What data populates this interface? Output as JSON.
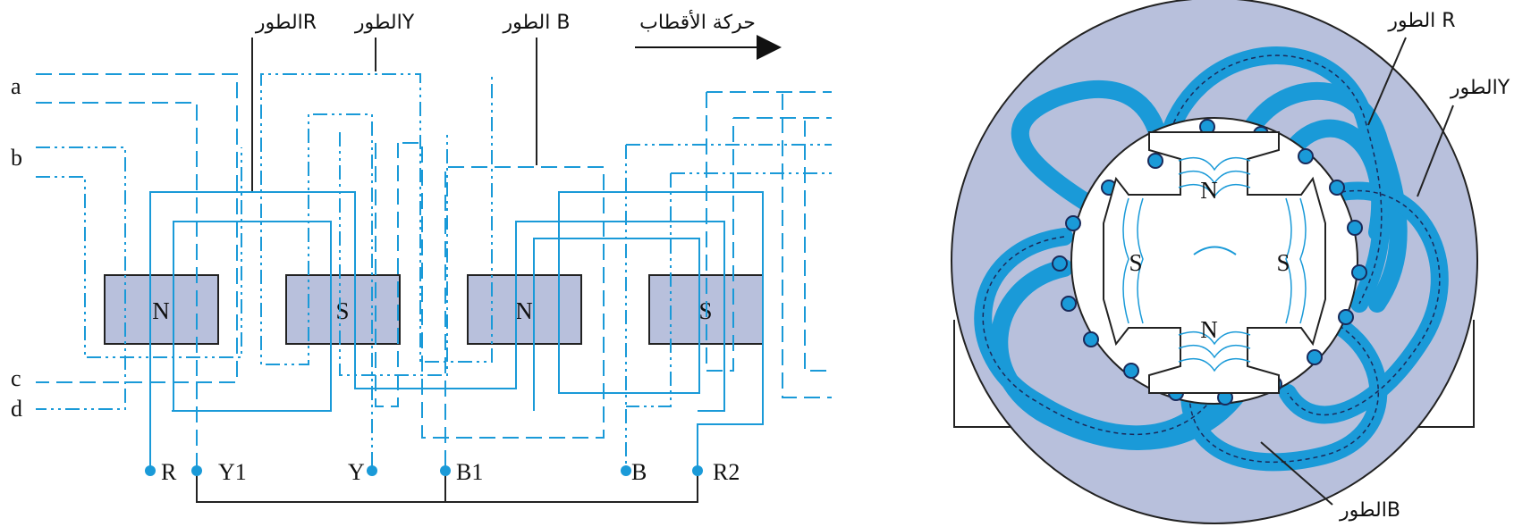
{
  "left_diagram": {
    "phase_labels": {
      "R": "الطورR",
      "Y": "الطورY",
      "B": "الطور B"
    },
    "motion_label": "حركة الأقطاب",
    "side_labels": [
      "a",
      "b",
      "c",
      "d"
    ],
    "poles": [
      "N",
      "S",
      "N",
      "S"
    ],
    "terminals": [
      "R",
      "Y1",
      "Y",
      "B1",
      "B",
      "R2"
    ]
  },
  "right_diagram": {
    "phase_labels": {
      "R": "الطور R",
      "Y": "الطورY",
      "B": "الطورB"
    },
    "rotor_poles": {
      "top": "N",
      "left": "S",
      "right": "S",
      "bottom": "N"
    }
  },
  "colors": {
    "winding": "#1a9ad8",
    "pole_fill": "#b8c0dc",
    "stator_fill": "#b8c0dc"
  }
}
